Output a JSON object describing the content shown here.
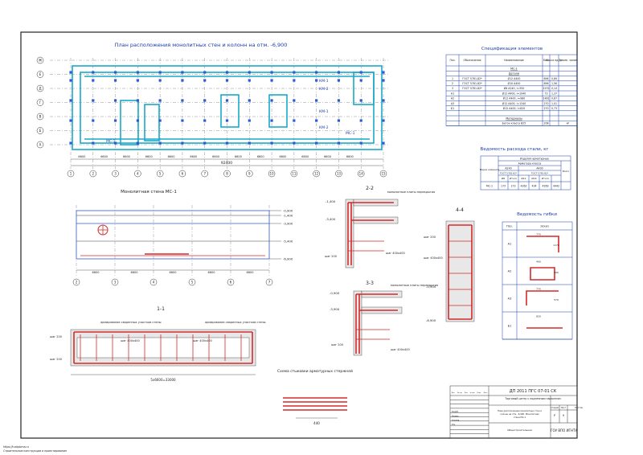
{
  "plan": {
    "title": "План расположения монолитных стен и колонн на отм. -6,900",
    "axis_numbers": [
      "1",
      "2",
      "3",
      "4",
      "5",
      "6",
      "7",
      "8",
      "9",
      "10",
      "11",
      "12",
      "13",
      "14",
      "15"
    ],
    "axis_letters": [
      "А",
      "Б",
      "В",
      "Г",
      "Д",
      "Е",
      "Ж"
    ],
    "span_labels": [
      "6600",
      "6600",
      "6600",
      "6600",
      "6600",
      "6600",
      "6600",
      "6600",
      "6600",
      "6600",
      "6600",
      "6600",
      "6600"
    ],
    "total_length": "92400",
    "wall_marks": [
      "КМ-1",
      "КМ-1",
      "КМ-2",
      "КМ-2",
      "МС-1",
      "МС-1"
    ]
  },
  "wall_view": {
    "title": "Монолитная стена МС-1",
    "levels": [
      "-0,900",
      "-1,400",
      "-3,900",
      "-5,400",
      "-6,900"
    ],
    "span_labels": [
      "6600",
      "6600",
      "6600",
      "6600",
      "6600"
    ],
    "axes": [
      "2",
      "3",
      "4",
      "5",
      "6",
      "7"
    ]
  },
  "section_22": {
    "title": "2-2",
    "labels": [
      "-1,400",
      "-3,400",
      "монолитные плиты перекрытия",
      "шаг 200",
      "шаг 400х400"
    ]
  },
  "section_33": {
    "title": "3-3",
    "labels": [
      "-0,900",
      "-3,900",
      "монолитные плиты перекрытия",
      "шаг 200",
      "шаг 400х400"
    ]
  },
  "section_44": {
    "title": "4-4",
    "labels": [
      "-0,900",
      "-6,900",
      "шаг 200",
      "шаг 400х400"
    ]
  },
  "section_11": {
    "title": "1-1",
    "labels": [
      "армирование сваренных участков стены",
      "армирование сваренных участков стены",
      "шаг 200",
      "шаг 400х400",
      "шаг 400х400",
      "шаг 200"
    ],
    "total": "5х6600=33000"
  },
  "splice": {
    "title": "Схема стыковки арматурных стержней",
    "dim": "440"
  },
  "spec": {
    "title": "Спецификация элементов",
    "headers": [
      "Поз.",
      "Обозначение",
      "Наименование",
      "Кол.",
      "Масса ед.,кг",
      "Приме- чание"
    ],
    "section1": "МС-1",
    "section1b": "Детали",
    "rows": [
      [
        "1",
        "ГОСТ 5781-82*",
        "Ø12 A400",
        "896",
        "0,89",
        ""
      ],
      [
        "2",
        "ГОСТ 5781-82*",
        "Ø10 A400",
        "896",
        "1,56",
        ""
      ],
      [
        "3",
        "ГОСТ 5781-82*",
        "Ø8 A240, l=350",
        "1232",
        "0,14",
        ""
      ],
      [
        "А1",
        "",
        "Ø12 A400, l=1940",
        "73",
        "1,37",
        ""
      ],
      [
        "А2",
        "",
        "Ø12 A400, l=980",
        "1461",
        "0,87",
        ""
      ],
      [
        "А3",
        "",
        "Ø12 A400, l=1340",
        "270",
        "1,01",
        ""
      ],
      [
        "Б1",
        "",
        "Ø12 A400, l=820",
        "270",
        "0,73",
        ""
      ]
    ],
    "section2": "Материалы",
    "material": [
      "Бетон класса В25",
      "208",
      "м³"
    ]
  },
  "steel": {
    "title": "Ведомость расхода стали, кг",
    "h1": "Изделия арматурные",
    "h2": "Арматура класса",
    "h3a": "A240",
    "h3b": "A400",
    "h4a": "ГОСТ 5781-82*",
    "h4b": "ГОСТ 5781-82*",
    "total_label": "Всего",
    "mark_label": "Марка элемента",
    "sub": [
      "Ø8",
      "Итого",
      "Ø12",
      "Ø16",
      "Итого"
    ],
    "row": [
      "МС-1",
      "173",
      "173",
      "4262",
      "434",
      "4269",
      "4442"
    ]
  },
  "bends": {
    "title": "Ведомость гибки",
    "headers": [
      "Поз.",
      "Эскиз"
    ],
    "rows": [
      {
        "pos": "А1",
        "dims": [
          "770",
          "1170"
        ]
      },
      {
        "pos": "А2",
        "dims": [
          "490",
          "490"
        ]
      },
      {
        "pos": "А3",
        "dims": [
          "770",
          "570"
        ]
      },
      {
        "pos": "Б1",
        "dims": [
          "820"
        ]
      }
    ]
  },
  "stamp": {
    "code": "ДП 2011 ПГС 07-01 СК",
    "project": "Торговый центр с подземным паркингом",
    "stage": "Стадия",
    "sheet": "Лист",
    "sheets": "Листов",
    "stage_val": "Р",
    "sheet_val": "9",
    "drawing": "План расположения монолитных стен и колонн на отм. -6,900. Монолитная стена МС-1",
    "section": "Общестроительная",
    "org": "ГОУ ВПО ИГНТУ",
    "roles": [
      "Изм.",
      "Кол.уч",
      "Лист",
      "№ док.",
      "Подп.",
      "Дата",
      "Разраб.",
      "Провер.",
      "Н.контр.",
      "Утв."
    ]
  },
  "footer": [
    "https://tudiploma.ru",
    "Строительные конструкции и проектирование"
  ]
}
